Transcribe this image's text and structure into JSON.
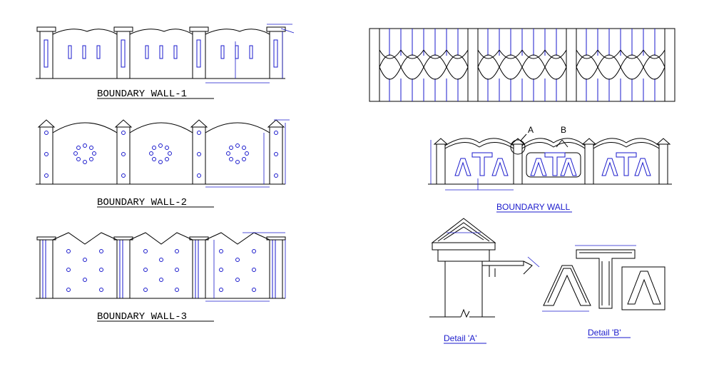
{
  "labels": {
    "wall1": "BOUNDARY WALL-1",
    "wall2": "BOUNDARY WALL-2",
    "wall3": "BOUNDARY WALL-3",
    "wall_right": "BOUNDARY WALL",
    "detail_a": "Detail 'A'",
    "detail_b": "Detail 'B'",
    "callout_a": "A",
    "callout_b": "B"
  },
  "colors": {
    "line": "#000000",
    "dimension": "#1a1acc",
    "background": "#ffffff"
  }
}
